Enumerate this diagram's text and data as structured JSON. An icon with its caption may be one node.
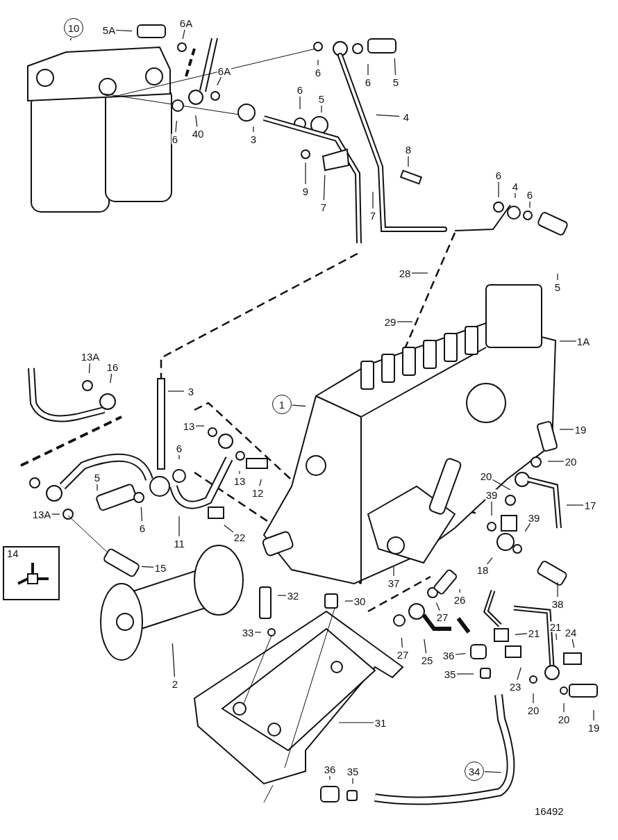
{
  "diagram": {
    "nodes": [
      {
        "text": [
          "10"
        ]
      },
      {
        "text": [
          "5A"
        ]
      },
      {
        "text": [
          "6A"
        ]
      },
      {
        "text": [
          "6A"
        ]
      },
      {
        "text": [
          "6"
        ]
      },
      {
        "text": [
          "40"
        ]
      },
      {
        "text": [
          "3"
        ]
      },
      {
        "text": [
          "6"
        ]
      },
      {
        "text": [
          "5"
        ]
      },
      {
        "text": [
          "6"
        ]
      },
      {
        "text": [
          "6"
        ]
      },
      {
        "text": [
          "5"
        ]
      },
      {
        "text": [
          "4"
        ]
      },
      {
        "text": [
          "8"
        ]
      },
      {
        "text": [
          "9"
        ]
      },
      {
        "text": [
          "7"
        ]
      },
      {
        "text": [
          "7"
        ]
      },
      {
        "text": [
          "6"
        ]
      },
      {
        "text": [
          "4"
        ]
      },
      {
        "text": [
          "6"
        ]
      },
      {
        "text": [
          "5"
        ]
      },
      {
        "text": [
          "28"
        ]
      },
      {
        "text": [
          "29"
        ]
      },
      {
        "text": [
          "1A"
        ]
      },
      {
        "text": [
          "13A"
        ]
      },
      {
        "text": [
          "16"
        ]
      },
      {
        "text": [
          "3"
        ]
      },
      {
        "text": [
          "1"
        ]
      },
      {
        "text": [
          "13"
        ]
      },
      {
        "text": [
          "13"
        ]
      },
      {
        "text": [
          "12"
        ]
      },
      {
        "text": [
          "6"
        ]
      },
      {
        "text": [
          "5"
        ]
      },
      {
        "text": [
          "6"
        ]
      },
      {
        "text": [
          "13A"
        ]
      },
      {
        "text": [
          "11"
        ]
      },
      {
        "text": [
          "22"
        ]
      },
      {
        "text": [
          "15"
        ]
      },
      {
        "text": [
          "14"
        ]
      },
      {
        "text": [
          "19"
        ]
      },
      {
        "text": [
          "20"
        ]
      },
      {
        "text": [
          "20"
        ]
      },
      {
        "text": [
          "17"
        ]
      },
      {
        "text": [
          "39"
        ]
      },
      {
        "text": [
          "39"
        ]
      },
      {
        "text": [
          "18"
        ]
      },
      {
        "text": [
          "38"
        ]
      },
      {
        "text": [
          "37"
        ]
      },
      {
        "text": [
          "26"
        ]
      },
      {
        "text": [
          "27"
        ]
      },
      {
        "text": [
          "27"
        ]
      },
      {
        "text": [
          "25"
        ]
      },
      {
        "text": [
          "36"
        ]
      },
      {
        "text": [
          "35"
        ]
      },
      {
        "text": [
          "21"
        ]
      },
      {
        "text": [
          "23"
        ]
      },
      {
        "text": [
          "21"
        ]
      },
      {
        "text": [
          "24"
        ]
      },
      {
        "text": [
          "20"
        ]
      },
      {
        "text": [
          "20"
        ]
      },
      {
        "text": [
          "19"
        ]
      },
      {
        "text": [
          "32"
        ]
      },
      {
        "text": [
          "30"
        ]
      },
      {
        "text": [
          "33"
        ]
      },
      {
        "text": [
          "2"
        ]
      },
      {
        "text": [
          "31"
        ]
      },
      {
        "text": [
          "34"
        ]
      },
      {
        "text": [
          "36"
        ]
      },
      {
        "text": [
          "35"
        ]
      }
    ],
    "edges": [
      {
        "from": 0,
        "to": null,
        "arrow": "none"
      },
      {
        "from": 1,
        "to": null,
        "arrow": "none"
      },
      {
        "from": 2,
        "to": null,
        "arrow": "none"
      },
      {
        "from": 3,
        "to": null,
        "arrow": "none"
      },
      {
        "from": 4,
        "to": null,
        "arrow": "none"
      },
      {
        "from": 5,
        "to": null,
        "arrow": "none"
      },
      {
        "from": 6,
        "to": null,
        "arrow": "none"
      },
      {
        "from": 7,
        "to": null,
        "arrow": "none"
      },
      {
        "from": 8,
        "to": null,
        "arrow": "none"
      },
      {
        "from": 9,
        "to": null,
        "arrow": "none"
      },
      {
        "from": 10,
        "to": null,
        "arrow": "none"
      },
      {
        "from": 11,
        "to": null,
        "arrow": "none"
      },
      {
        "from": 12,
        "to": null,
        "arrow": "none"
      },
      {
        "from": 13,
        "to": null,
        "arrow": "none"
      },
      {
        "from": 14,
        "to": null,
        "arrow": "none"
      },
      {
        "from": 15,
        "to": null,
        "arrow": "none"
      },
      {
        "from": 16,
        "to": null,
        "arrow": "none"
      },
      {
        "from": 17,
        "to": null,
        "arrow": "none"
      },
      {
        "from": 18,
        "to": null,
        "arrow": "none"
      },
      {
        "from": 19,
        "to": null,
        "arrow": "none"
      },
      {
        "from": 20,
        "to": null,
        "arrow": "none"
      },
      {
        "from": 21,
        "to": null,
        "arrow": "none"
      },
      {
        "from": 22,
        "to": null,
        "arrow": "none"
      },
      {
        "from": 23,
        "to": null,
        "arrow": "none"
      },
      {
        "from": 24,
        "to": null,
        "arrow": "none"
      },
      {
        "from": 25,
        "to": null,
        "arrow": "none"
      },
      {
        "from": 26,
        "to": null,
        "arrow": "none"
      },
      {
        "from": 27,
        "to": null,
        "arrow": "none"
      },
      {
        "from": 28,
        "to": null,
        "arrow": "none"
      },
      {
        "from": 29,
        "to": null,
        "arrow": "none"
      },
      {
        "from": 30,
        "to": null,
        "arrow": "none"
      },
      {
        "from": 31,
        "to": null,
        "arrow": "none"
      },
      {
        "from": 32,
        "to": null,
        "arrow": "none"
      },
      {
        "from": 33,
        "to": null,
        "arrow": "none"
      },
      {
        "from": 34,
        "to": null,
        "arrow": "none"
      },
      {
        "from": 35,
        "to": null,
        "arrow": "none"
      },
      {
        "from": 36,
        "to": null,
        "arrow": "none"
      },
      {
        "from": 37,
        "to": null,
        "arrow": "none"
      },
      {
        "from": 39,
        "to": null,
        "arrow": "none"
      },
      {
        "from": 40,
        "to": null,
        "arrow": "none"
      },
      {
        "from": 41,
        "to": null,
        "arrow": "none"
      },
      {
        "from": 42,
        "to": null,
        "arrow": "none"
      },
      {
        "from": 43,
        "to": null,
        "arrow": "none"
      },
      {
        "from": 44,
        "to": null,
        "arrow": "none"
      },
      {
        "from": 45,
        "to": null,
        "arrow": "none"
      },
      {
        "from": 46,
        "to": null,
        "arrow": "none"
      },
      {
        "from": 47,
        "to": null,
        "arrow": "none"
      },
      {
        "from": 48,
        "to": null,
        "arrow": "none"
      },
      {
        "from": 49,
        "to": null,
        "arrow": "none"
      },
      {
        "from": 50,
        "to": null,
        "arrow": "none"
      },
      {
        "from": 51,
        "to": null,
        "arrow": "none"
      },
      {
        "from": 52,
        "to": null,
        "arrow": "none"
      },
      {
        "from": 53,
        "to": null,
        "arrow": "none"
      },
      {
        "from": 54,
        "to": null,
        "arrow": "none"
      },
      {
        "from": 55,
        "to": null,
        "arrow": "none"
      },
      {
        "from": 56,
        "to": null,
        "arrow": "none"
      },
      {
        "from": 57,
        "to": null,
        "arrow": "none"
      },
      {
        "from": 58,
        "to": null,
        "arrow": "none"
      },
      {
        "from": 59,
        "to": null,
        "arrow": "none"
      },
      {
        "from": 60,
        "to": null,
        "arrow": "none"
      },
      {
        "from": 61,
        "to": null,
        "arrow": "none"
      },
      {
        "from": 62,
        "to": null,
        "arrow": "none"
      },
      {
        "from": 63,
        "to": null,
        "arrow": "none"
      },
      {
        "from": 64,
        "to": null,
        "arrow": "none"
      },
      {
        "from": 65,
        "to": null,
        "arrow": "none"
      },
      {
        "from": 66,
        "to": null,
        "arrow": "none"
      },
      {
        "from": 67,
        "to": null,
        "arrow": "none"
      },
      {
        "from": 68,
        "to": null,
        "arrow": "none"
      }
    ],
    "labels": [
      "16492"
    ]
  }
}
